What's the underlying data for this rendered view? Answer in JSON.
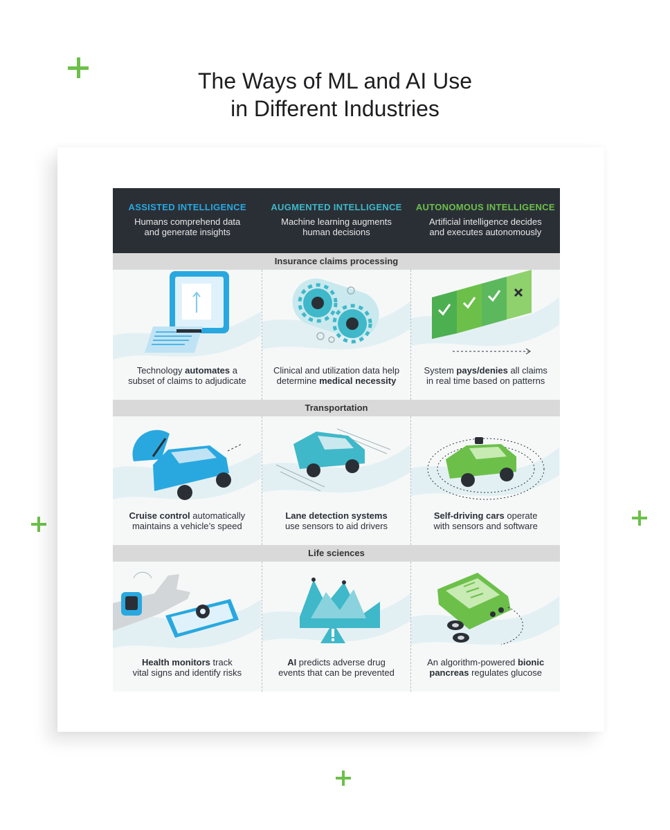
{
  "page": {
    "title_line1": "The Ways of ML and AI Use",
    "title_line2": "in Different Industries"
  },
  "colors": {
    "accent_green": "#6cc04a",
    "assisted_blue": "#29a8e0",
    "augmented_teal": "#3fb8c9",
    "autonomous_green": "#6cc04a",
    "header_dark": "#2a2f36"
  },
  "columns": [
    {
      "name": "ASSISTED INTELLIGENCE",
      "desc1": "Humans comprehend data",
      "desc2": "and generate insights",
      "color": "#29a8e0"
    },
    {
      "name": "AUGMENTED INTELLIGENCE",
      "desc1": "Machine learning augments",
      "desc2": "human decisions",
      "color": "#3fb8c9"
    },
    {
      "name": "AUTONOMOUS INTELLIGENCE",
      "desc1": "Artificial intelligence decides",
      "desc2": "and executes autonomously",
      "color": "#6cc04a"
    }
  ],
  "sections": [
    {
      "label": "Insurance claims processing",
      "cells": [
        {
          "icon": "laptop-document-icon",
          "l1_pre": "Technology ",
          "l1_bold": "automates",
          "l1_post": " a",
          "l2_pre": "subset of claims to adjudicate",
          "l2_bold": "",
          "l2_post": ""
        },
        {
          "icon": "gears-icon",
          "l1_pre": "Clinical and utilization data help",
          "l1_bold": "",
          "l1_post": "",
          "l2_pre": "determine ",
          "l2_bold": "medical necessity",
          "l2_post": ""
        },
        {
          "icon": "approved-claims-icon",
          "l1_pre": "System ",
          "l1_bold": "pays/denies",
          "l1_post": " all claims",
          "l2_pre": "in real time based on patterns",
          "l2_bold": "",
          "l2_post": ""
        }
      ]
    },
    {
      "label": "Transportation",
      "cells": [
        {
          "icon": "car-speedometer-icon",
          "l1_pre": "",
          "l1_bold": "Cruise control",
          "l1_post": " automatically",
          "l2_pre": "maintains a vehicle’s speed",
          "l2_bold": "",
          "l2_post": ""
        },
        {
          "icon": "car-lane-icon",
          "l1_pre": "",
          "l1_bold": "Lane detection systems",
          "l1_post": "",
          "l2_pre": "use sensors to aid drivers",
          "l2_bold": "",
          "l2_post": ""
        },
        {
          "icon": "self-driving-car-icon",
          "l1_pre": "",
          "l1_bold": "Self-driving cars",
          "l1_post": " operate",
          "l2_pre": "with sensors and software",
          "l2_bold": "",
          "l2_post": ""
        }
      ]
    },
    {
      "label": "Life sciences",
      "cells": [
        {
          "icon": "health-monitor-icon",
          "l1_pre": "",
          "l1_bold": "Health monitors",
          "l1_post": " track",
          "l2_pre": "vital signs and identify risks",
          "l2_bold": "",
          "l2_post": ""
        },
        {
          "icon": "warning-chart-icon",
          "l1_pre": "",
          "l1_bold": "AI",
          "l1_post": " predicts adverse drug",
          "l2_pre": "events that can be prevented",
          "l2_bold": "",
          "l2_post": ""
        },
        {
          "icon": "bionic-pancreas-icon",
          "l1_pre": "An algorithm-powered ",
          "l1_bold": "bionic",
          "l1_post": "",
          "l2_pre": "",
          "l2_bold": "pancreas",
          "l2_post": " regulates glucose"
        }
      ]
    }
  ]
}
